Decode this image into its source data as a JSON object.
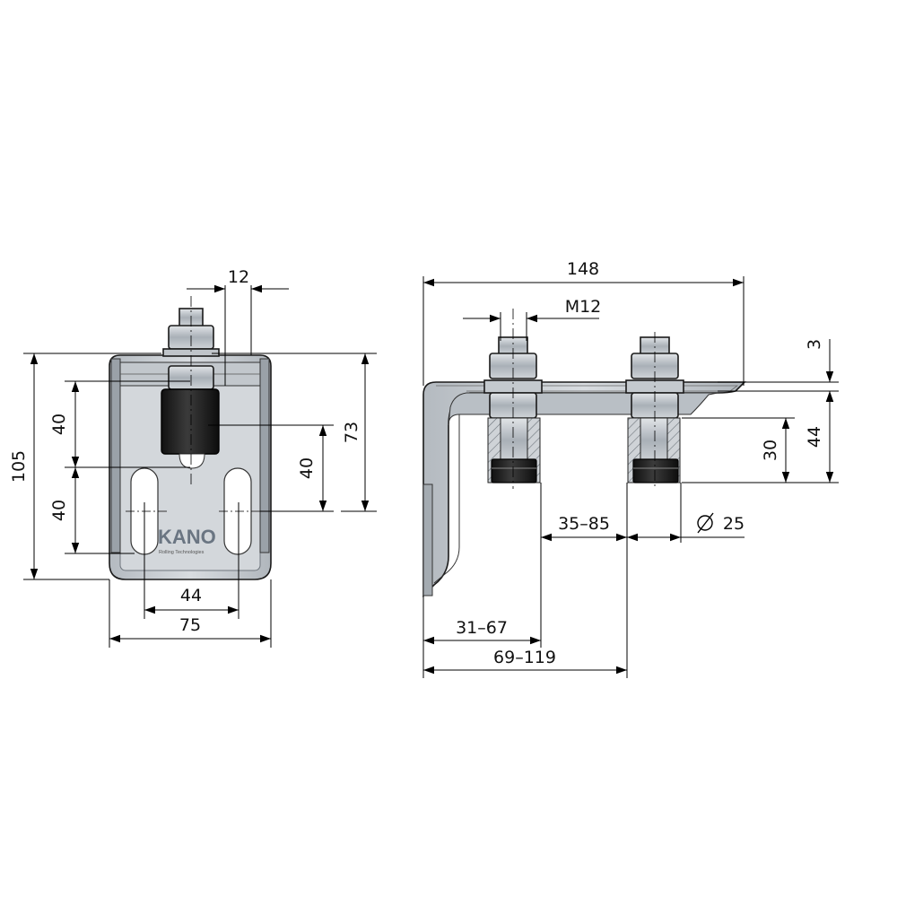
{
  "brand": {
    "logo_text": "KANO",
    "tagline": "Rolling Technologies"
  },
  "front_view": {
    "dimensions": {
      "bolt_width": "12",
      "overall_height": "105",
      "upper_spacing": "40",
      "lower_spacing": "40",
      "slot_height": "40",
      "bracket_height": "73",
      "slot_spacing": "44",
      "overall_width": "75"
    }
  },
  "side_view": {
    "dimensions": {
      "overall_length": "148",
      "thread": "M12",
      "plate_thickness": "3",
      "total_height": "44",
      "roller_height": "30",
      "roller_gap": "35–85",
      "roller_diameter": "25",
      "first_roller_offset": "31–67",
      "second_roller_offset": "69–119"
    }
  },
  "colors": {
    "steel": "#c9cdd2",
    "steel_dark": "#9aa1a8",
    "roller_black": "#1e1e1e",
    "line": "#000000"
  }
}
